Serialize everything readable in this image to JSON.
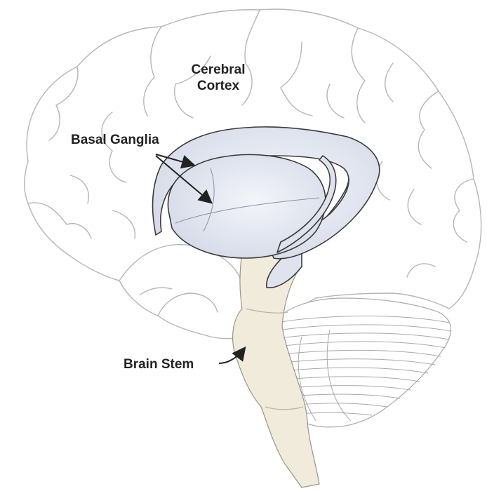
{
  "labels": {
    "cerebral_cortex_line1": "Cerebral",
    "cerebral_cortex_line2": "Cortex",
    "basal_ganglia": "Basal Ganglia",
    "brain_stem": "Brain Stem"
  },
  "colors": {
    "background": "#ffffff",
    "cortex_outline": "#b5b5b5",
    "basal_ganglia_fill": "#dfe3ee",
    "basal_ganglia_stroke": "#3a3a3a",
    "brainstem_fill": "#f1ebdc",
    "cerebellum_stroke": "#a9a9a9",
    "arrow": "#222222"
  }
}
